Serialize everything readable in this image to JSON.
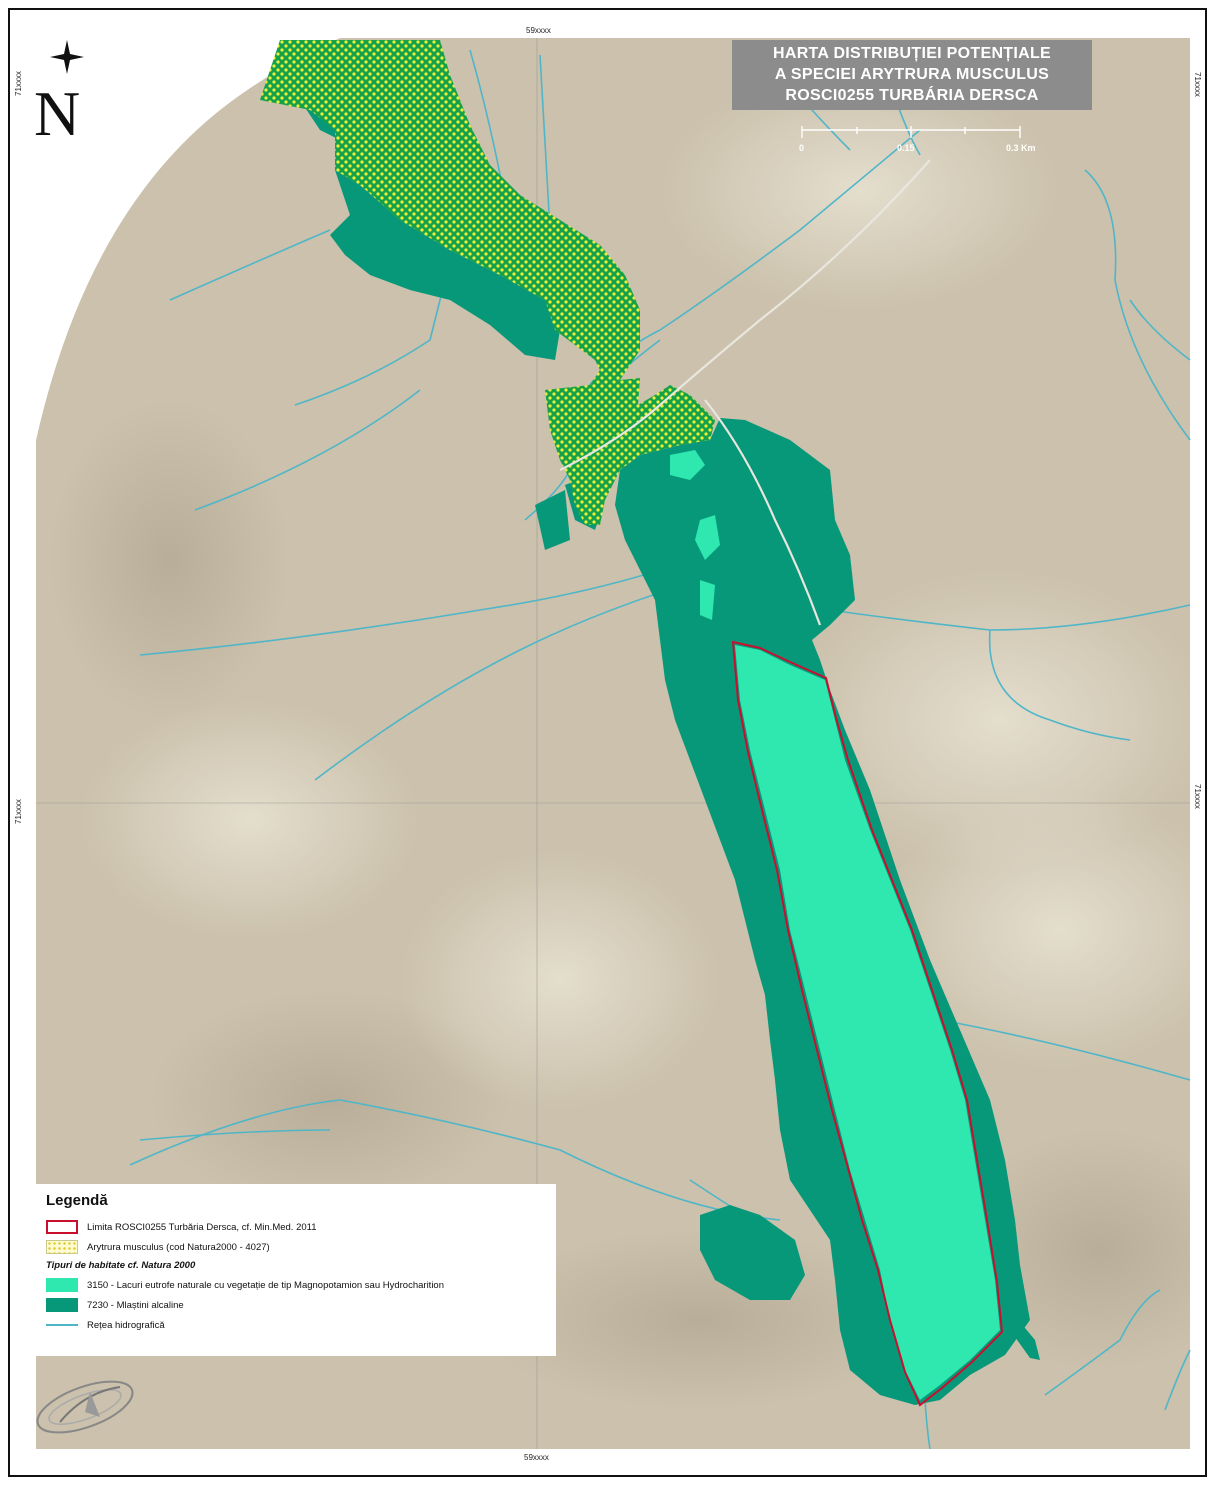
{
  "title": {
    "line1": "HARTA DISTRIBUȚIEI POTENȚIALE",
    "line2": "A SPECIEI ARYTRURA MUSCULUS",
    "line3": "ROSCI0255 TURBÁRIA DERSCA"
  },
  "scale_bar": {
    "labels": [
      "0",
      "0.15",
      "0.3 Km"
    ]
  },
  "north_arrow": {
    "letter": "N",
    "icon": "north-arrow-icon"
  },
  "coordinates": {
    "top": "59xxxx",
    "bottom": "59xxxx",
    "left_upper": "71xxxx",
    "left_middle": "71xxxx",
    "right_upper": "71xxxx",
    "right_middle": "71xxxx"
  },
  "legend": {
    "title": "Legendă",
    "items": [
      {
        "label": "Limita ROSCI0255 Turbăria Dersca, cf. Min.Med. 2011",
        "symbol": "limit-outline"
      },
      {
        "label": "Arytrura musculus (cod Natura2000 - 4027)",
        "symbol": "dotted-hatch"
      },
      {
        "label": "Tipuri de habitate cf. Natura 2000",
        "symbol": "subheading"
      },
      {
        "label": "3150 - Lacuri eutrofe naturale cu vegetație de tip Magnopotamion sau Hydrocharition",
        "symbol": "fill-light"
      },
      {
        "label": "7230 - Mlaștini alcaline",
        "symbol": "fill-dark"
      },
      {
        "label": "Rețea hidrografică",
        "symbol": "line"
      }
    ]
  },
  "colors": {
    "terrain": "#cbc1ac",
    "species_base": "#14a14a",
    "species_dot": "#ecef3c",
    "habitat_3150": "#2ee8b0",
    "habitat_7230": "#07987a",
    "boundary": "#c8102e",
    "rivers": "#4fb6c8",
    "title_bg": "#8c8c8c"
  },
  "logo": {
    "icon": "agency-logo-icon"
  }
}
